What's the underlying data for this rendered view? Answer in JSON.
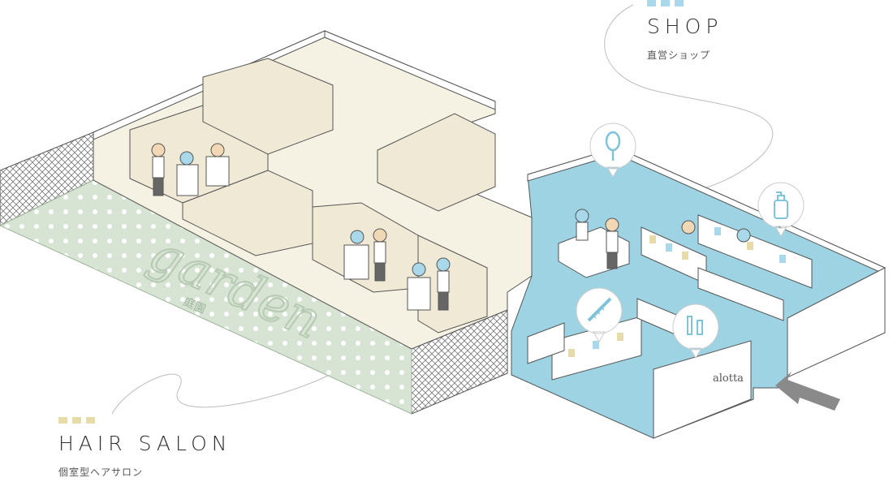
{
  "shop": {
    "title": "SHOP",
    "subtitle": "直営ショップ",
    "accent_color": "#a9d8ea"
  },
  "salon": {
    "title": "HAIR SALON",
    "subtitle": "個室型ヘアサロン",
    "accent_color": "#e6dcaa"
  },
  "garden": {
    "script_text": "garden",
    "kanji": "庭園"
  },
  "store_sign": "alotta",
  "colors": {
    "shop_floor": "#9dd3e3",
    "salon_floor": "#f5f1e3",
    "garden": "#d7e4d3",
    "wall": "#ffffff",
    "outline": "#555555",
    "entrance_arrow": "#8a8a8a"
  },
  "icons": [
    "mirror-icon",
    "pump-bottle-icon",
    "comb-icon",
    "cosmetics-icon",
    "entrance-arrow-icon"
  ]
}
